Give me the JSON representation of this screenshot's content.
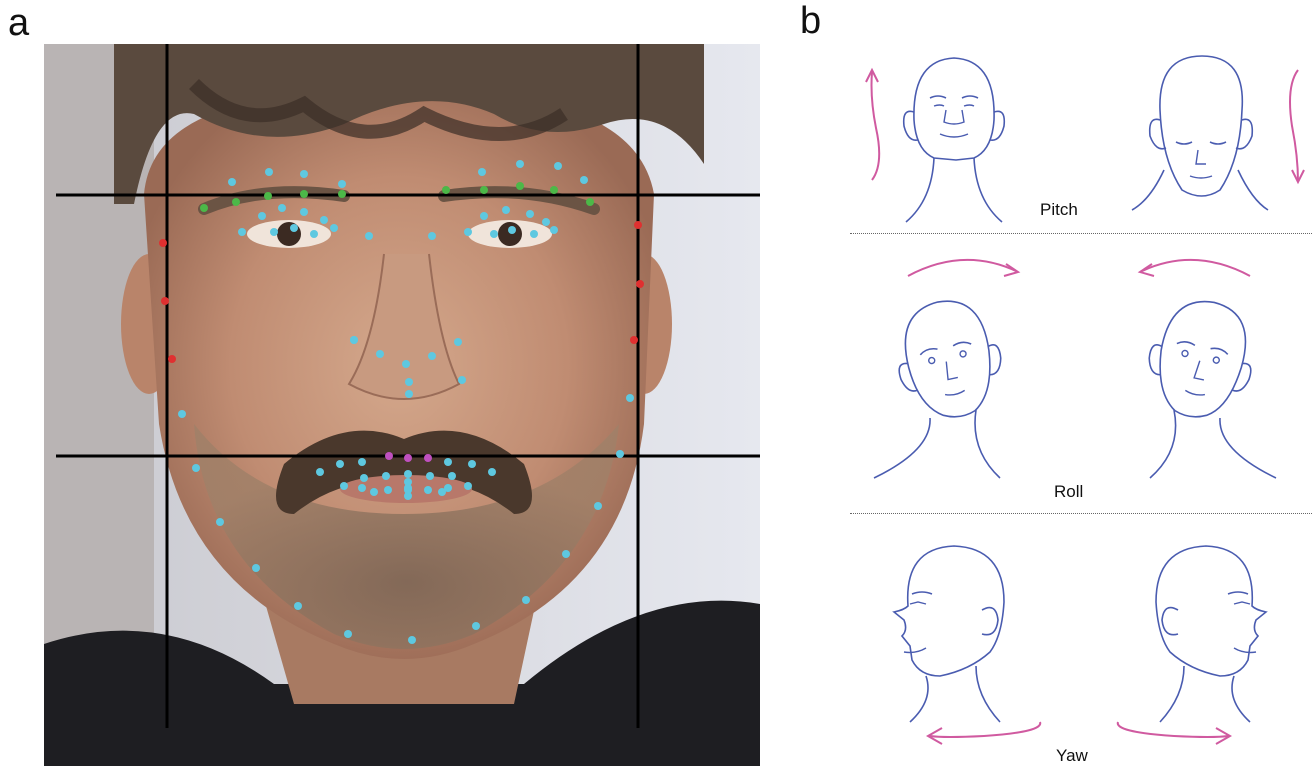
{
  "panels": {
    "a": {
      "letter": "a"
    },
    "b": {
      "letter": "b"
    }
  },
  "poses": {
    "pitch": "Pitch",
    "roll": "Roll",
    "yaw": "Yaw"
  },
  "colors": {
    "line_drawing": "#4a5cb0",
    "arrow": "#d05aa0",
    "landmark_face": "#5ec8e0",
    "landmark_eyebrow": "#4cb848",
    "landmark_jaw": "#e03030",
    "landmark_lip": "#c050c0",
    "grid_line": "#000000"
  },
  "icons": {
    "pitch_up": "arrow-up-down-icon",
    "pitch_down": "arrow-down-icon",
    "roll_right": "arrow-curve-right-icon",
    "roll_left": "arrow-curve-left-icon",
    "yaw_left": "arrow-left-icon",
    "yaw_right": "arrow-right-icon"
  }
}
